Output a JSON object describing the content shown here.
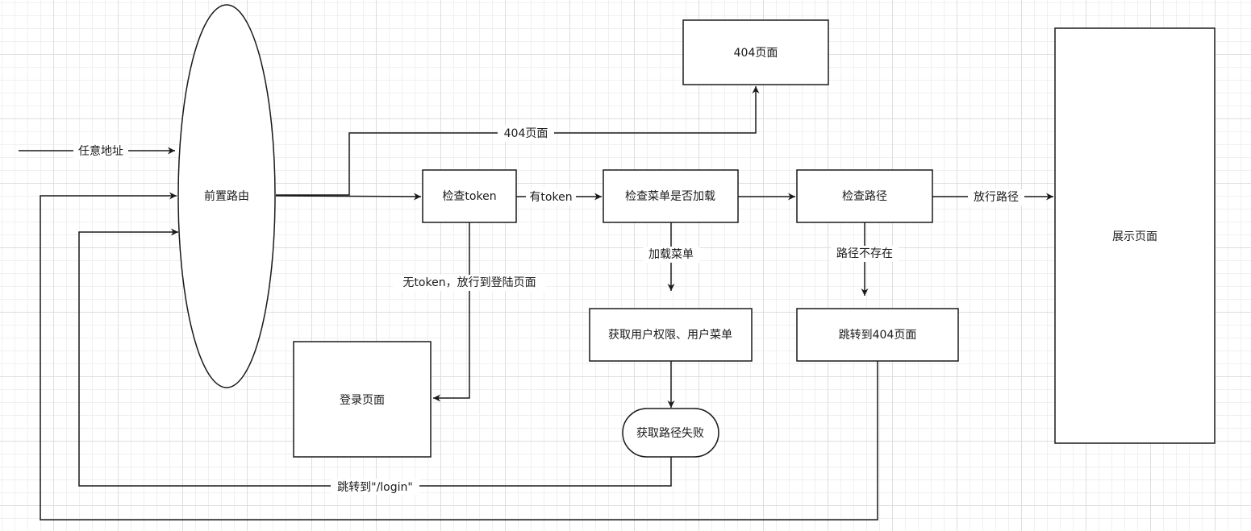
{
  "nodes": {
    "router": "前置路由",
    "check_token": "检查token",
    "check_menu": "检查菜单是否加载",
    "check_path": "检查路径",
    "show_page": "展示页面",
    "page_404": "404页面",
    "login_page": "登录页面",
    "get_perm": "获取用户权限、用户菜单",
    "get_path_fail": "获取路径失败",
    "goto_404": "跳转到404页面"
  },
  "edges": {
    "any_address": "任意地址",
    "to_404": "404页面",
    "has_token": "有token",
    "no_token": "无token，放行到登陆页面",
    "load_menu": "加载菜单",
    "path_not_exist": "路径不存在",
    "allow_path": "放行路径",
    "goto_login": "跳转到\"/login\""
  }
}
